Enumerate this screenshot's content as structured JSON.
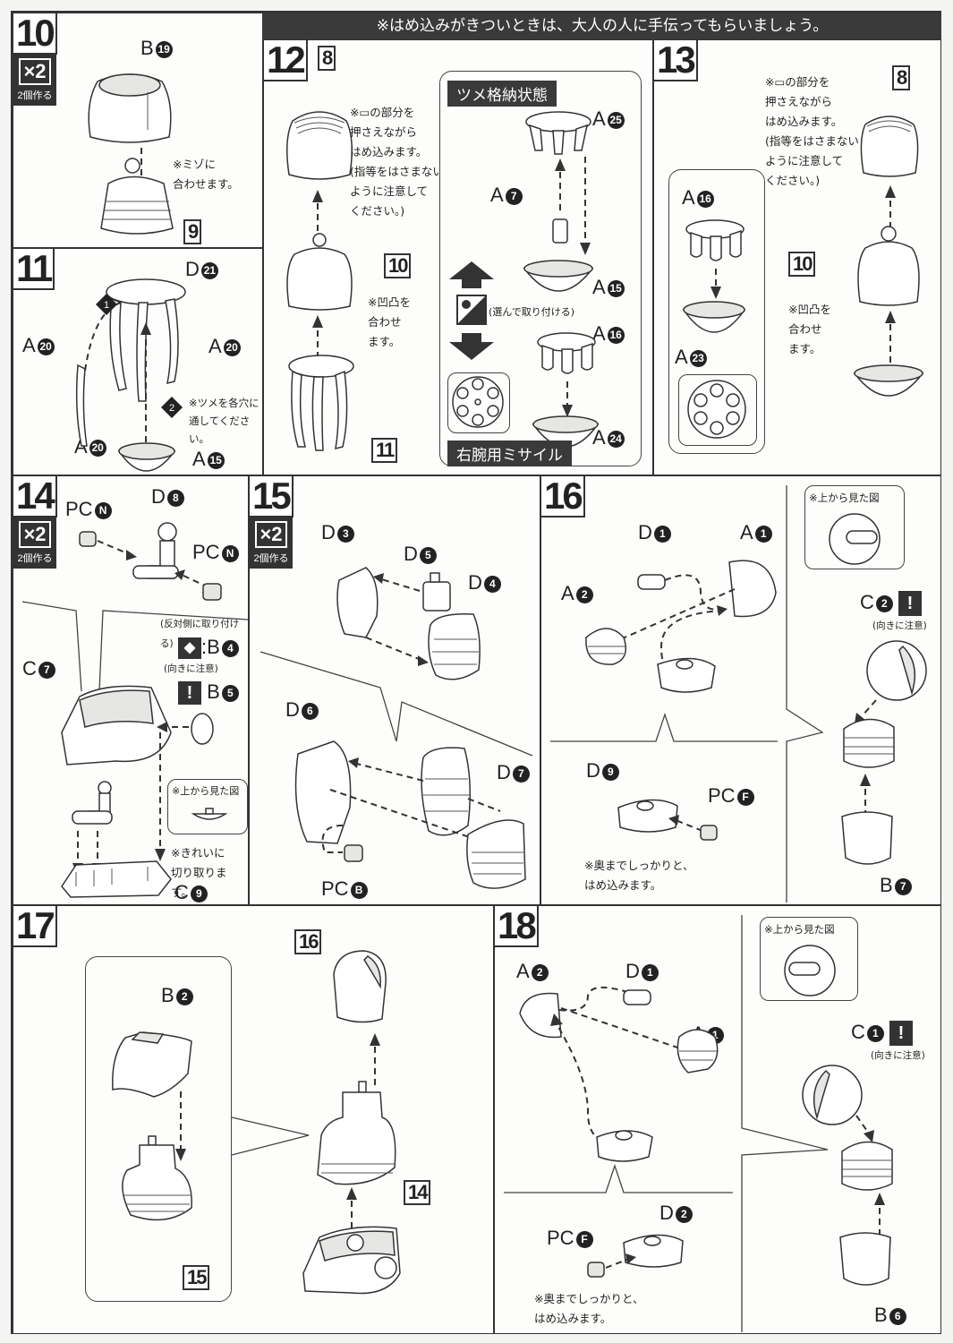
{
  "banner": "※はめ込みがきついときは、大人の人に手伝ってもらいましょう。",
  "common": {
    "x2": "×2",
    "make_two": "2個作る",
    "top_view": "※上から見た図",
    "orientation_note": "(向きに注意)",
    "opposite_side": "(反対側に取り付ける)",
    "exclamation": "!"
  },
  "steps": {
    "s10": {
      "number": "10",
      "parts": {
        "b19": "B",
        "b19_num": "19"
      },
      "note": [
        "※ミゾに",
        "合わせます。"
      ],
      "ref": "9"
    },
    "s11": {
      "number": "11",
      "parts": {
        "d21": "D",
        "d21_num": "21",
        "a20": "A",
        "a20_num": "20",
        "a15": "A",
        "a15_num": "15"
      },
      "order": [
        "1",
        "2"
      ],
      "note": [
        "※ツメを各穴に",
        "通してください。"
      ]
    },
    "s12": {
      "number": "12",
      "ref_top": "8",
      "ref_mid": "10",
      "ref_bottom": "11",
      "note_press": [
        "※▭の部分を",
        "押さえながら",
        "はめ込みます。",
        "(指等をはさまない",
        "ように注意して",
        "ください。)"
      ],
      "note_align": [
        "※凹凸を",
        "合わせ",
        "ます。"
      ],
      "option_box": {
        "stored_title": "ツメ格納状態",
        "missile_title": "右腕用ミサイル",
        "choose_note": "(選んで取り付ける)",
        "parts": {
          "a25": "25",
          "a7": "7",
          "a15": "15",
          "a16": "16",
          "a24": "24",
          "letter": "A"
        }
      }
    },
    "s13": {
      "number": "13",
      "ref_top": "8",
      "ref_mid": "10",
      "note_press": [
        "※▭の部分を",
        "押さえながら",
        "はめ込みます。",
        "(指等をはさまない",
        "ように注意して",
        "ください。)"
      ],
      "note_align": [
        "※凹凸を",
        "合わせ",
        "ます。"
      ],
      "parts": {
        "letter": "A",
        "a16": "16",
        "a23": "23"
      }
    },
    "s14": {
      "number": "14",
      "parts": {
        "pcn": "PC",
        "pcn_letter": "N",
        "d8": "D",
        "d8_num": "8",
        "c7": "C",
        "c7_num": "7",
        "b4": ":B",
        "b4_num": "4",
        "b5": "B",
        "b5_num": "5",
        "c9": "C",
        "c9_num": "9"
      },
      "note_cut": [
        "※きれいに",
        "切り取ります。"
      ]
    },
    "s15": {
      "number": "15",
      "parts": {
        "d3": "3",
        "d5": "5",
        "d4": "4",
        "d6": "6",
        "d7": "7",
        "letter": "D",
        "pcb": "PC",
        "pcb_letter": "B"
      }
    },
    "s16": {
      "number": "16",
      "parts": {
        "d1": "D",
        "d1_num": "1",
        "a1": "A",
        "a1_num": "1",
        "a2": "A",
        "a2_num": "2",
        "d9": "D",
        "d9_num": "9",
        "pcf": "PC",
        "pcf_letter": "F",
        "c2": "C",
        "c2_num": "2",
        "b7": "B",
        "b7_num": "7"
      },
      "note_push": [
        "※奥までしっかりと、",
        "はめ込みます。"
      ]
    },
    "s17": {
      "number": "17",
      "parts": {
        "b2": "B",
        "b2_num": "2"
      },
      "ref_16": "16",
      "ref_15": "15",
      "ref_14": "14"
    },
    "s18": {
      "number": "18",
      "parts": {
        "a2": "A",
        "a2_num": "2",
        "d1": "D",
        "d1_num": "1",
        "a1": "A",
        "a1_num": "1",
        "d2": "D",
        "d2_num": "2",
        "pcf": "PC",
        "pcf_letter": "F",
        "c1": "C",
        "c1_num": "1",
        "b6": "B",
        "b6_num": "6"
      },
      "note_push": [
        "※奥までしっかりと、",
        "はめ込みます。"
      ]
    }
  }
}
